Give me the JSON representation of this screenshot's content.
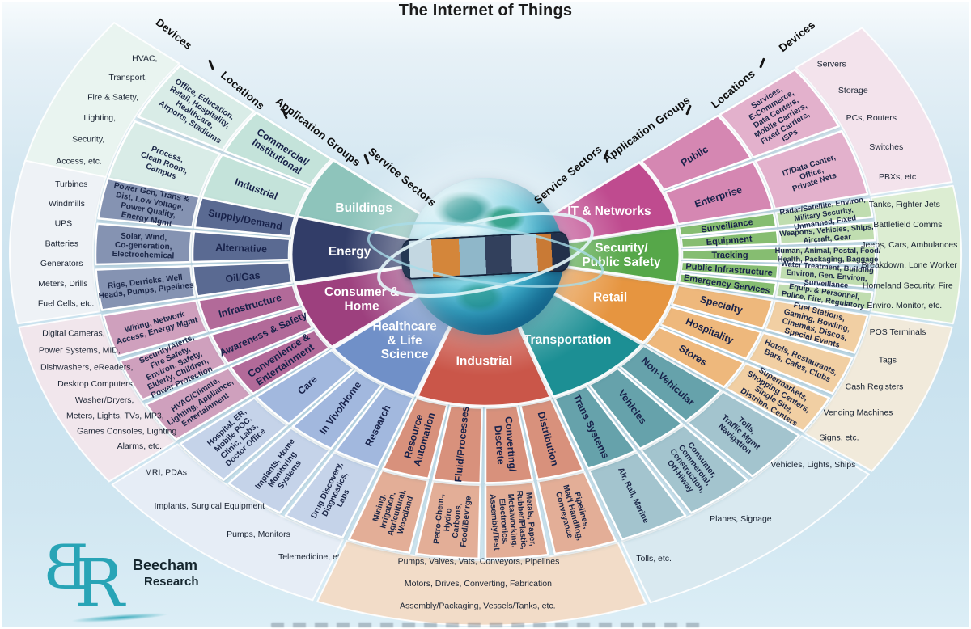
{
  "title": "The Internet of Things",
  "fan_headers": {
    "left": [
      "Devices",
      "Locations",
      "Application Groups",
      "Service Sectors"
    ],
    "right": [
      "Devices",
      "Locations",
      "Application Groups",
      "Service Sectors"
    ]
  },
  "logo": {
    "monogram_b": "B",
    "monogram_r": "R",
    "name_top": "Beecham",
    "name_bottom": "Research"
  },
  "sectors": [
    {
      "id": "buildings",
      "label": "Buildings",
      "colors": {
        "sector": "#8ec4bb",
        "groups": "#c4e3da",
        "locations": "#d9ece7",
        "band": "#e9f4f0"
      },
      "groups": [
        "Commercial/|Institutional",
        "Industrial"
      ],
      "locations": [
        "Office, Education,|Retail, Hospitality,|Healthcare,|Airports, Stadiums",
        "Process,|Clean Room,|Campus"
      ],
      "devices": [
        "HVAC,",
        "Transport,",
        "Fire & Safety,",
        "Lighting,",
        "Security,",
        "Access, etc."
      ]
    },
    {
      "id": "energy",
      "label": "Energy",
      "colors": {
        "sector": "#323e68",
        "groups": "#5a6b92",
        "locations": "#8593b2",
        "band": "#eef2f6"
      },
      "groups": [
        "Supply/Demand",
        "Alternative",
        "Oil/Gas"
      ],
      "locations": [
        "Power Gen, Trans &|Dist, Low Voltage,|Power Quality,|Energy Mgmt",
        "Solar, Wind,|Co-generation,|Electrochemical",
        "Rigs, Derricks, Well|Heads, Pumps, Pipelines"
      ],
      "devices": [
        "Turbines",
        "Windmills",
        "UPS",
        "Batteries",
        "Generators",
        "Meters, Drills",
        "Fuel Cells, etc."
      ]
    },
    {
      "id": "consumer_home",
      "label": "Consumer &|Home",
      "colors": {
        "sector": "#9d3f7e",
        "groups": "#b26b99",
        "locations": "#cfa0bd",
        "band": "#f1e6ec"
      },
      "groups": [
        "Infrastructure",
        "Awareness & Safety",
        "Convenience &|Entertainment"
      ],
      "locations": [
        "Wiring, Network|Access, Energy Mgmt",
        "Security/Alerts,|Fire Safety,|Environ. Safety,|Elderly, Children,|Power Protection",
        "HVAC/Climate,|Lighting, Appliance,|Entertainment"
      ],
      "devices": [
        "Digital Cameras,",
        "Power Systems, MID,",
        "Dishwashers, eReaders,",
        "Desktop Computers",
        "Washer/Dryers,",
        "Meters, Lights, TVs, MP3,",
        "Games Consoles, Lighting",
        "Alarms, etc."
      ]
    },
    {
      "id": "healthcare",
      "label": "Healthcare|& Life|Science",
      "colors": {
        "sector": "#7090c8",
        "groups": "#a2b8de",
        "locations": "#c5d3e9",
        "band": "#e6edf6"
      },
      "groups": [
        "Care",
        "In Vivo/Home",
        "Research"
      ],
      "locations": [
        "Hospital, ER,|Mobile POC,|Clinic, Labs,|Doctor Office",
        "Implants, Home|Monitoring|Systems",
        "Drug Discovery,|Diagnostics,|Labs"
      ],
      "devices": [
        "MRI, PDAs",
        "Implants, Surgical Equipment",
        "Pumps, Monitors",
        "Telemedicine, etc."
      ]
    },
    {
      "id": "industrial",
      "label": "Industrial",
      "colors": {
        "sector": "#ca574a",
        "groups": "#d8917b",
        "locations": "#e3ae97",
        "band": "#f2dcc8"
      },
      "groups": [
        "Resource|Automation",
        "Fluid/Processes",
        "Converting/|Discrete",
        "Distribution"
      ],
      "locations": [
        "Mining,|Irrigation,|Agricultural,|Woodland",
        "Petro-Chem.,|Hydro|Carbons,|Food/Bev'rge",
        "Metals, Paper,|Rubber/Plastic,|Metalworking,|Electronics,|Assembly/Test",
        "Pipelines,|Mat'l Handling,|Conveyance"
      ],
      "devices": [
        "Pumps, Valves, Vats, Conveyors, Pipelines",
        "Motors, Drives, Converting, Fabrication",
        "Assembly/Packaging, Vessels/Tanks, etc."
      ]
    },
    {
      "id": "transportation",
      "label": "Transportation",
      "colors": {
        "sector": "#1b8f94",
        "groups": "#66a2ab",
        "locations": "#a3c4ce",
        "band": "#d9e9f0"
      },
      "groups": [
        "Non-Vehicular",
        "Vehicles",
        "Trans Systems"
      ],
      "locations": [
        "Tolls,|Traffic Mgmt|Navigation",
        "Consumer,|Commercial,|Construction,|Off-Hiway",
        "Air, Rail, Marine"
      ],
      "devices": [
        "Vehicles, Lights, Ships",
        "Planes, Signage",
        "Tolls, etc."
      ]
    },
    {
      "id": "retail",
      "label": "Retail",
      "colors": {
        "sector": "#e6953f",
        "groups": "#eeb87c",
        "locations": "#f1cfa3",
        "band": "#f1eadb"
      },
      "groups": [
        "Specialty",
        "Hospitality",
        "Stores"
      ],
      "locations": [
        "Fuel Stations,|Gaming, Bowling,|Cinemas, Discos,|Special Events",
        "Hotels, Restaurants,|Bars, Cafes, Clubs",
        "Supermarkets,|Shopping Centers,|Single Site,|Distribn. Centers"
      ],
      "devices": [
        "POS Terminals",
        "Tags",
        "Cash Registers",
        "Vending Machines",
        "Signs, etc."
      ]
    },
    {
      "id": "security",
      "label": "Security/|Public Safety",
      "colors": {
        "sector": "#57a749",
        "groups": "#86bd71",
        "locations": "#c0ddb0",
        "band": "#dcedd2"
      },
      "groups": [
        "Surveillance",
        "Equipment",
        "Tracking",
        "Public Infrastructure",
        "Emergency Services"
      ],
      "locations": [
        "Radar/Satellite, Environ,|Military Security,|Unmanned, Fixed",
        "Weapons, Vehicles, Ships,|Aircraft, Gear",
        "Human, Animal, Postal, Food/|Health, Packaging, Baggage",
        "Water Treatment, Building|Environ, Gen. Environ,|Surveillance",
        "Equip. & Personnel,|Police, Fire, Regulatory"
      ],
      "devices": [
        "Tanks, Fighter Jets",
        "Battlefield Comms",
        "Jeeps, Cars, Ambulances",
        "Breakdown, Lone Worker",
        "Homeland Security, Fire",
        "Enviro. Monitor, etc."
      ]
    },
    {
      "id": "it_networks",
      "label": "IT & Networks",
      "colors": {
        "sector": "#bf4b8f",
        "groups": "#d587b2",
        "locations": "#e3b1cc",
        "band": "#f3e3ec"
      },
      "groups": [
        "Public",
        "Enterprise"
      ],
      "locations": [
        "Services,|E-Commerce,|Data Centers,|Mobile Carriers,|Fixed Carriers,|ISPs",
        "IT/Data Center,|Office,|Private Nets"
      ],
      "devices": [
        "Servers",
        "Storage",
        "PCs, Routers",
        "Switches",
        "PBXs, etc"
      ]
    }
  ]
}
